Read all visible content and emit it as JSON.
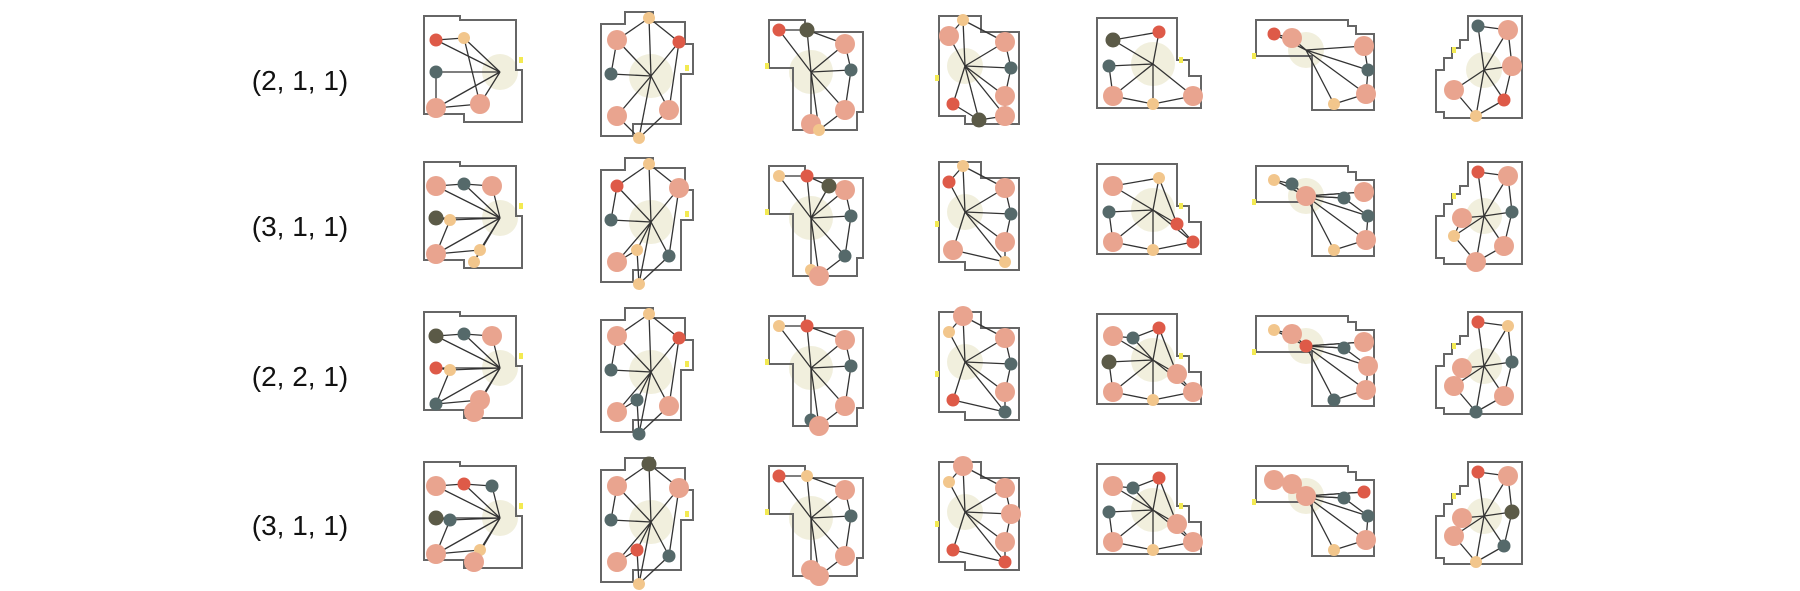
{
  "figure": {
    "row_labels": [
      "(2, 1, 1)",
      "(3, 1, 1)",
      "(2, 2, 1)",
      "(3, 1, 1)"
    ]
  },
  "palette": {
    "background": "#ffffff",
    "outline": "#666666",
    "edge": "#333333",
    "hub": "#f1efdd",
    "door_marker": "#f3ea52",
    "node_salmon": "#e9a48f",
    "node_red": "#de5a48",
    "node_slate": "#55696a",
    "node_peach": "#f2c68c",
    "node_olive": "#5b5a47"
  }
}
